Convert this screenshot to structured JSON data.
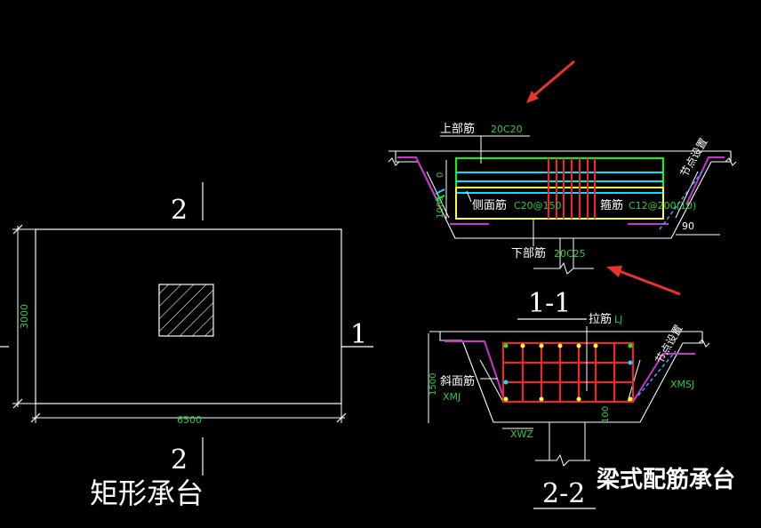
{
  "plan": {
    "section_mark_top": "2",
    "section_mark_bottom": "2",
    "section_mark_right": "1",
    "dim_height": "3000",
    "dim_width": "6500",
    "title": "矩形承台"
  },
  "section_1_1": {
    "label_top_bar": "上部筋",
    "value_top_bar": "20C20",
    "label_side_bar": "侧面筋",
    "value_side_bar": "C20@150",
    "label_stirrup": "箍筋",
    "value_stirrup": "C12@200(10)",
    "label_bottom_bar": "下部筋",
    "value_bottom_bar": "20C25",
    "label_node": "节点设置",
    "dim_zero": "0",
    "dim_side": "1000",
    "angle": "90",
    "title": "1-1"
  },
  "section_2_2": {
    "label_tie": "拉筋",
    "value_tie": "LJ",
    "label_slope_bar": "斜面筋",
    "value_slope_bar": "XMJ",
    "value_right_bar": "XMSJ",
    "label_node": "节点设置",
    "dim_height": "1500",
    "dim_bottom": "100",
    "value_bottom": "XWZ",
    "title": "2-2"
  },
  "caption": "梁式配筋承台",
  "colors": {
    "background": "#000000",
    "line": "#ffffff",
    "dimension_text": "#2ecc40",
    "top_bar": "#00ff00",
    "side_bar": "#00e5ff",
    "stirrup": "#ff2020",
    "bottom_bar": "#ffff33",
    "slab_edge": "#cc33cc",
    "arrow": "#e8342a"
  }
}
